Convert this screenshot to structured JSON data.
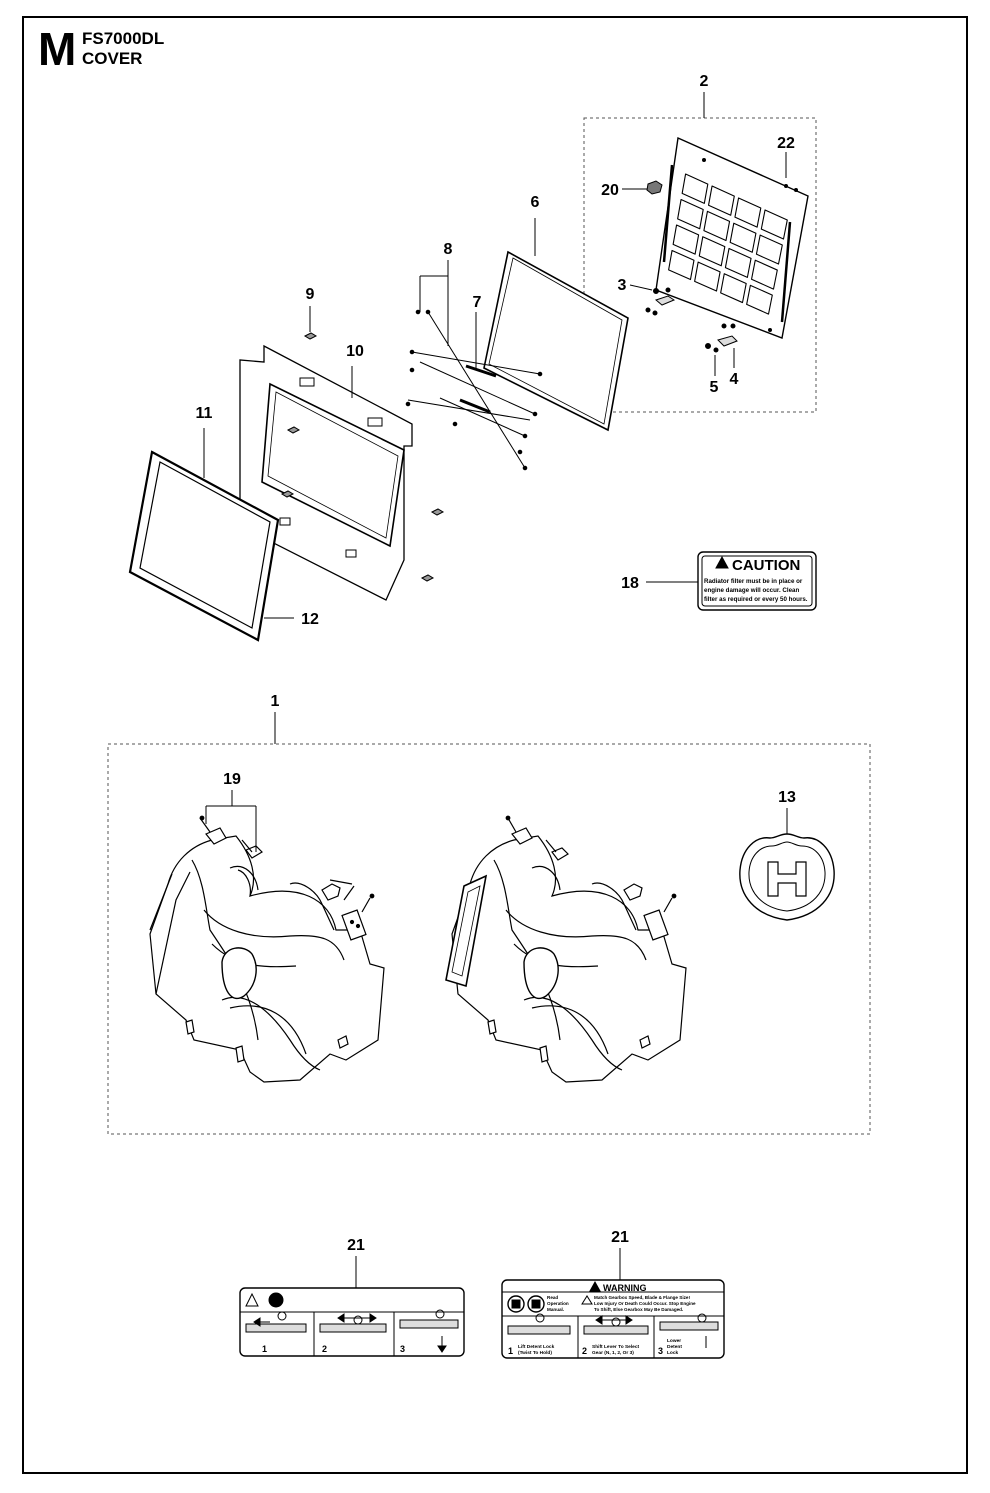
{
  "header": {
    "section_letter": "M",
    "model": "FS7000DL",
    "section": "COVER"
  },
  "callouts": {
    "c1": "1",
    "c2": "2",
    "c3": "3",
    "c4": "4",
    "c5": "5",
    "c6": "6",
    "c7": "7",
    "c8": "8",
    "c9": "9",
    "c10": "10",
    "c11": "11",
    "c12": "12",
    "c13": "13",
    "c18": "18",
    "c19": "19",
    "c20": "20",
    "c21a": "21",
    "c21b": "21",
    "c22": "22"
  },
  "caution_label": {
    "heading": "CAUTION",
    "line1": "Radiator filter must be in place or",
    "line2": "engine damage will occur. Clean",
    "line3": "filter as required or every 50 hours."
  },
  "warning_label": {
    "heading": "WARNING",
    "read_line1": "Read",
    "read_line2": "Operation",
    "read_line3": "Manual.",
    "text_line1": "Match Gearbox Speed, Blade & Flange Size!",
    "text_line2": "Low Injury Or Death Could Occur. Stop Engine",
    "text_line3": "To Shift, Else Gearbox May Be Damaged.",
    "step1_num": "1",
    "step1_line1": "Lift Detent Lock",
    "step1_line2": "(Twist To Hold)",
    "step2_num": "2",
    "step2_line1": "Shift Lever To Select",
    "step2_line2": "Gear (N, 1, 2, Or 3)",
    "step3_num": "3",
    "step3_line1": "Lower",
    "step3_line2": "Detent",
    "step3_line3": "Lock"
  },
  "pictogram_label": {
    "step1_num": "1",
    "step2_num": "2",
    "step3_num": "3"
  },
  "logo": {
    "letter": "H"
  }
}
